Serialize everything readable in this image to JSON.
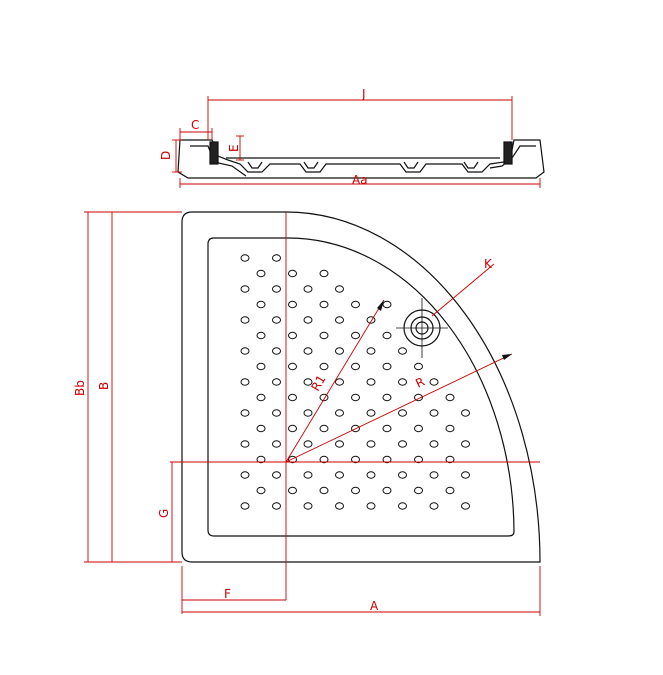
{
  "colors": {
    "outline": "#111111",
    "dimension": "#cc0000",
    "background": "#ffffff"
  },
  "labels": {
    "J": "J",
    "C": "C",
    "D": "D",
    "E": "E",
    "Aa": "Aa",
    "Bb": "Bb",
    "B": "B",
    "K": "K",
    "R": "R",
    "R1": "R1",
    "G": "G",
    "F": "F",
    "A": "A"
  }
}
